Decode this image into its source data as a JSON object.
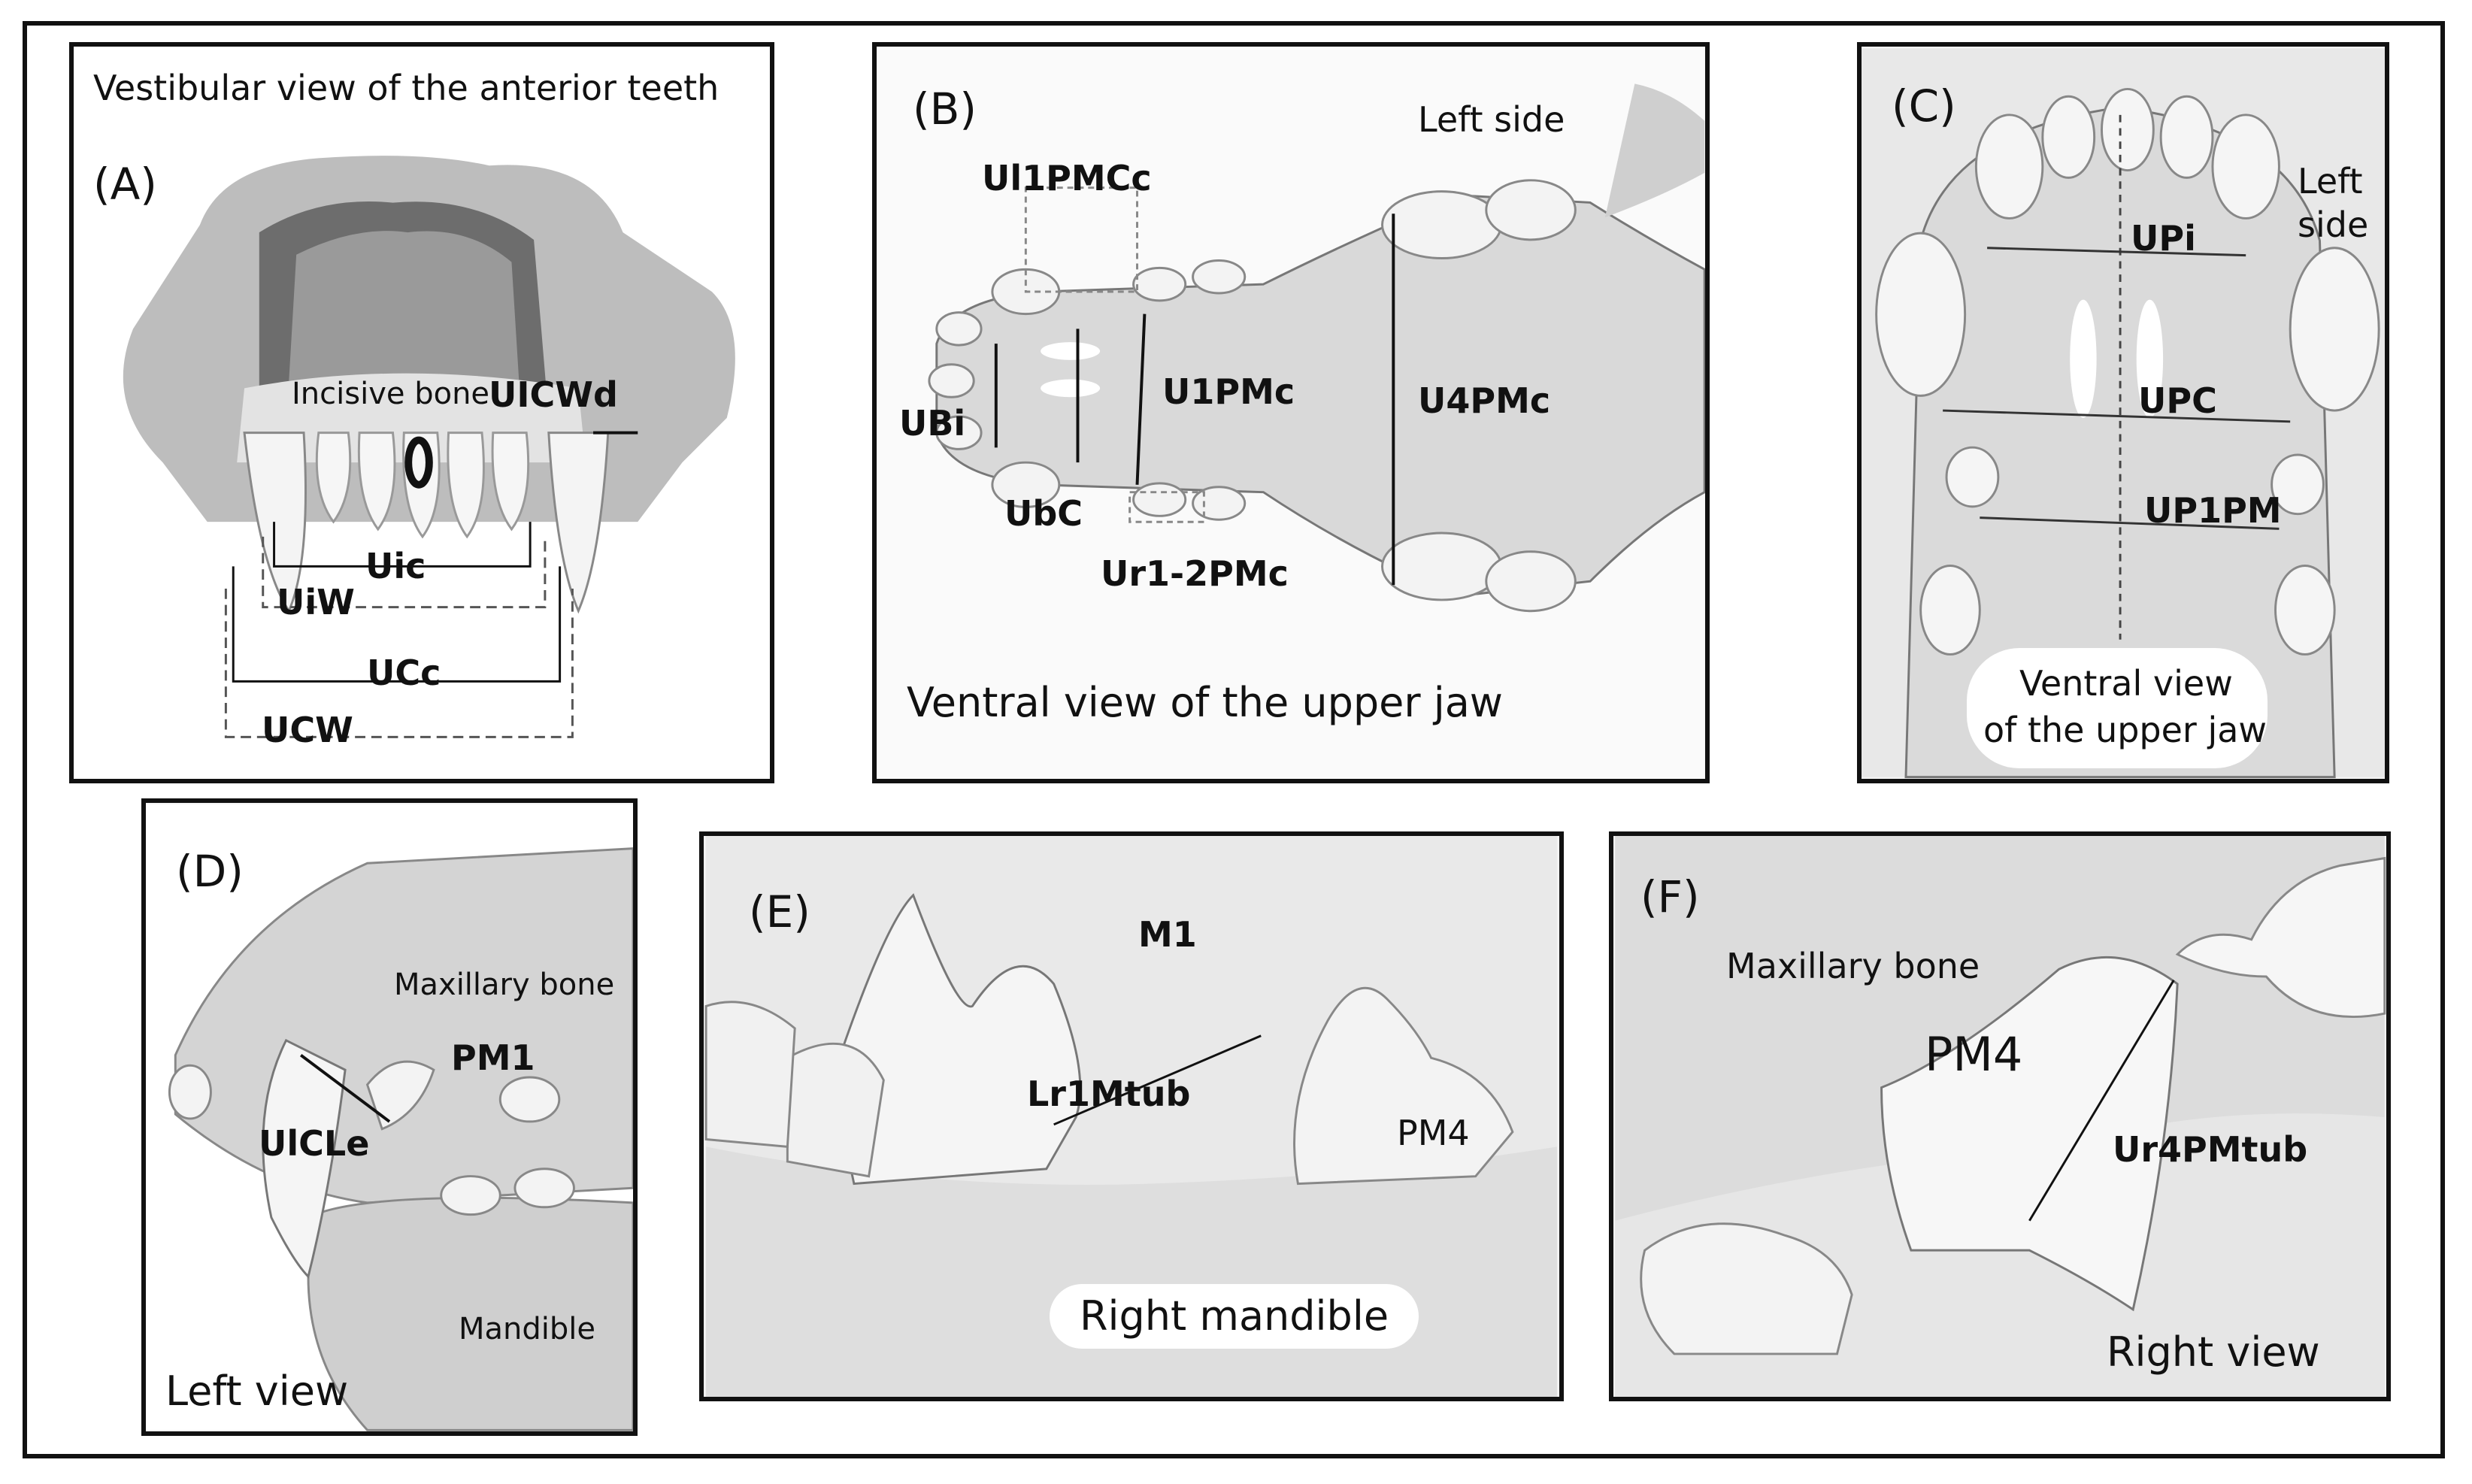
{
  "panels": {
    "A": {
      "letter": "(A)",
      "caption": "Vestibular view of the anterior teeth",
      "incisive_bone": "Incisive bone",
      "labels": [
        "UICWd",
        "Uic",
        "UiW",
        "UCc",
        "UCW"
      ]
    },
    "B": {
      "letter": "(B)",
      "side": "Left side",
      "caption": "Ventral view of the upper jaw",
      "labels": [
        "Ul1PMCc",
        "UBi",
        "U1PMc",
        "U4PMc",
        "UbC",
        "Ur1-2PMc"
      ]
    },
    "C": {
      "letter": "(C)",
      "side_line1": "Left",
      "side_line2": "side",
      "caption_line1": "Ventral view",
      "caption_line2": "of the upper jaw",
      "labels": [
        "UPi",
        "UPC",
        "UP1PM"
      ]
    },
    "D": {
      "letter": "(D)",
      "maxillary": "Maxillary bone",
      "mandible": "Mandible",
      "caption": "Left view",
      "labels": [
        "PM1",
        "UlCLe"
      ]
    },
    "E": {
      "letter": "(E)",
      "caption": "Right mandible",
      "labels": [
        "M1",
        "Lr1Mtub",
        "PM4"
      ]
    },
    "F": {
      "letter": "(F)",
      "maxillary": "Maxillary bone",
      "caption": "Right view",
      "labels": [
        "PM4",
        "Ur4PMtub"
      ]
    }
  },
  "colors": {
    "border": "#111111",
    "bone": "#d9d9d9",
    "tooth": "#f4f4f4",
    "background": "#ffffff"
  }
}
